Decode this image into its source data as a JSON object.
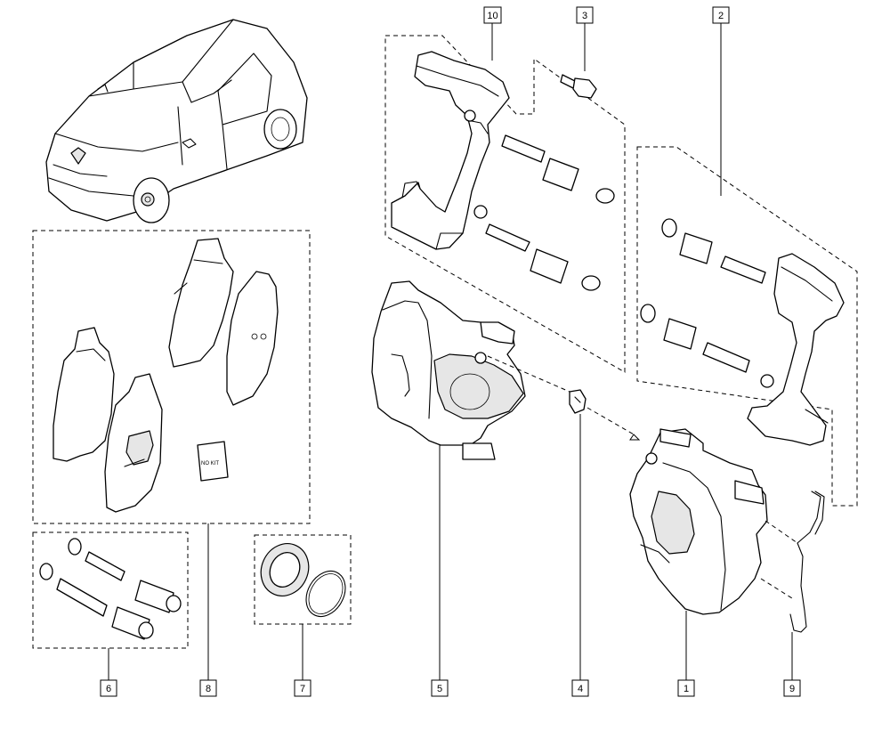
{
  "diagram": {
    "callouts": {
      "c1": "1",
      "c2": "2",
      "c3": "3",
      "c4": "4",
      "c5": "5",
      "c6": "6",
      "c7": "7",
      "c8": "8",
      "c9": "9",
      "c10": "10"
    },
    "booklet_label": "NO KIT"
  }
}
